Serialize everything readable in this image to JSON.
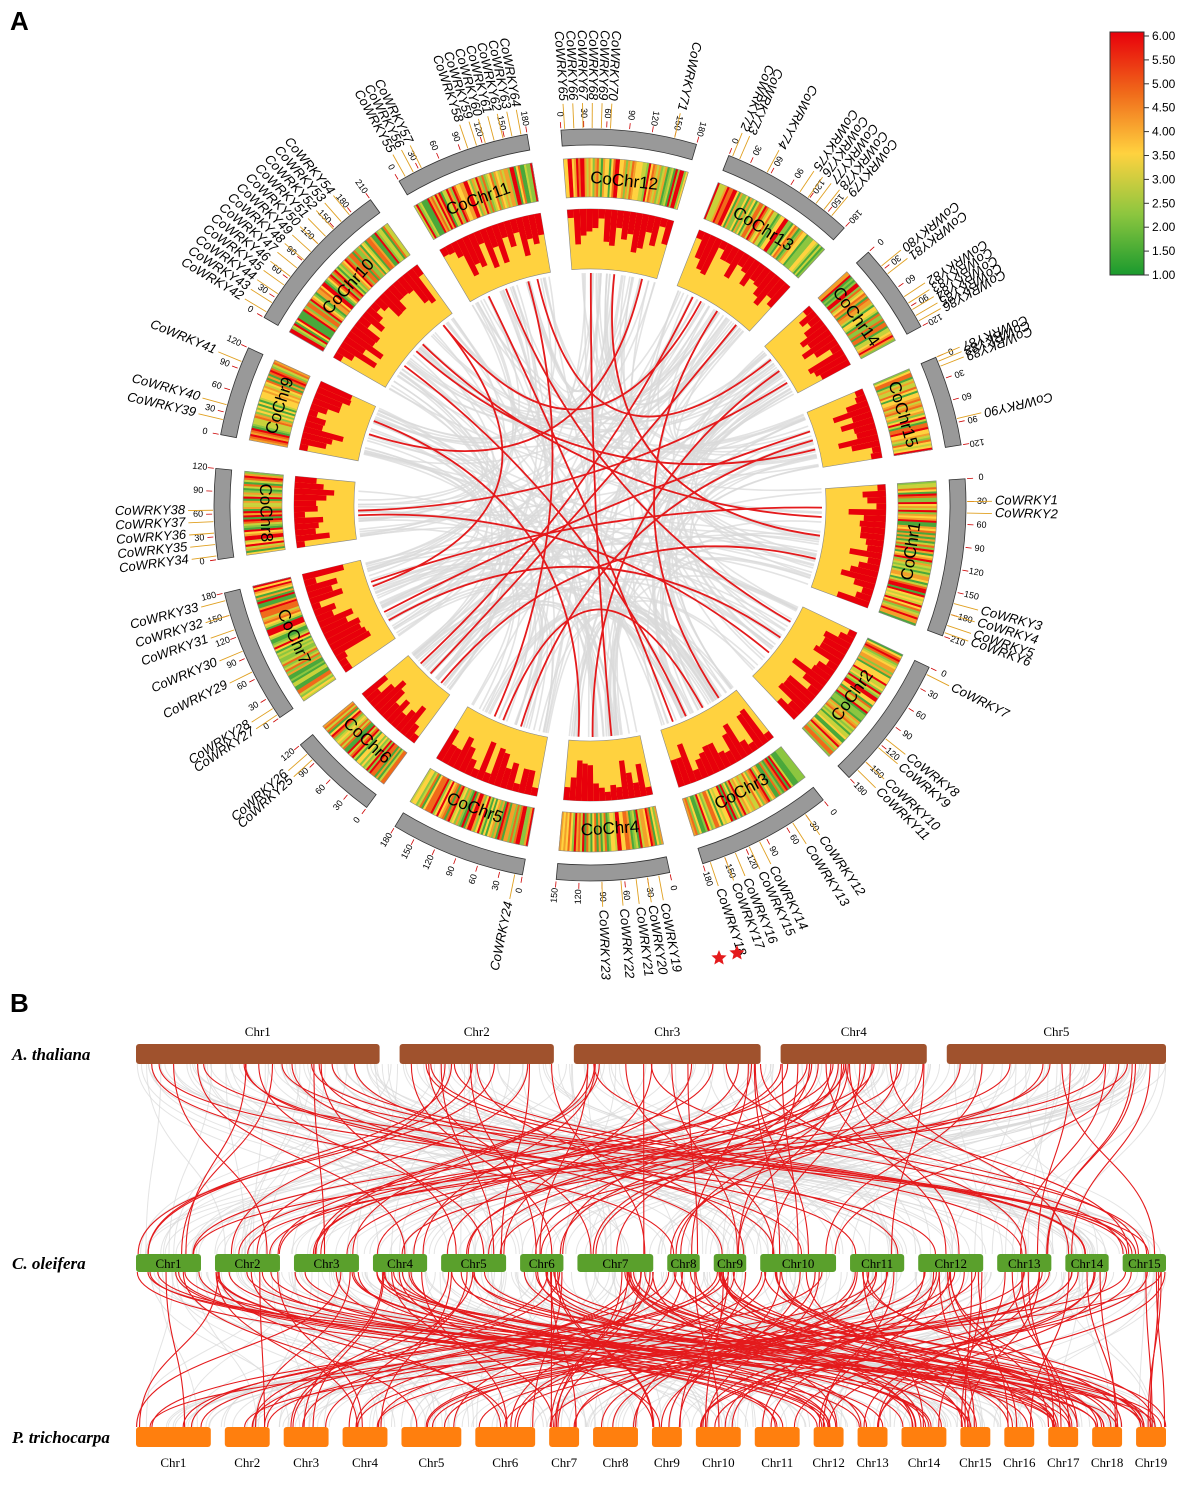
{
  "panels": {
    "a": "A",
    "b": "B"
  },
  "colors": {
    "red_link": "#e41a1c",
    "grey_link": "#d9d9d9",
    "chr_grey": "#999999",
    "hist_fill": "#ffd23f",
    "hist_bar": "#e8000b",
    "athaliana": "#a0522d",
    "coleifera": "#5aa02c",
    "ptrichocarpa": "#ff7f0e"
  },
  "legend": {
    "labels": [
      "6.00",
      "5.50",
      "5.00",
      "4.50",
      "4.00",
      "3.50",
      "3.00",
      "2.50",
      "2.00",
      "1.50",
      "1.00"
    ]
  },
  "circos": {
    "chromosomes": [
      {
        "name": "CoChr1",
        "max": 210,
        "ticks": [
          "0",
          "30",
          "60",
          "90",
          "120",
          "150",
          "180",
          "210"
        ]
      },
      {
        "name": "CoChr2",
        "max": 180,
        "ticks": [
          "0",
          "30",
          "60",
          "90",
          "120",
          "150",
          "180"
        ]
      },
      {
        "name": "CoChr3",
        "max": 180,
        "ticks": [
          "0",
          "30",
          "60",
          "90",
          "120",
          "150",
          "180"
        ]
      },
      {
        "name": "CoChr4",
        "max": 150,
        "ticks": [
          "0",
          "30",
          "60",
          "90",
          "120",
          "150"
        ]
      },
      {
        "name": "CoChr5",
        "max": 180,
        "ticks": [
          "0",
          "30",
          "60",
          "90",
          "120",
          "150",
          "180"
        ]
      },
      {
        "name": "CoChr6",
        "max": 120,
        "ticks": [
          "0",
          "30",
          "60",
          "90",
          "120"
        ]
      },
      {
        "name": "CoChr7",
        "max": 180,
        "ticks": [
          "0",
          "30",
          "60",
          "90",
          "120",
          "150",
          "180"
        ]
      },
      {
        "name": "CoChr8",
        "max": 120,
        "ticks": [
          "0",
          "30",
          "60",
          "90",
          "120"
        ]
      },
      {
        "name": "CoChr9",
        "max": 120,
        "ticks": [
          "0",
          "30",
          "60",
          "90",
          "120"
        ]
      },
      {
        "name": "CoChr10",
        "max": 210,
        "ticks": [
          "0",
          "30",
          "60",
          "90",
          "120",
          "150",
          "180",
          "210"
        ]
      },
      {
        "name": "CoChr11",
        "max": 180,
        "ticks": [
          "0",
          "30",
          "60",
          "90",
          "120",
          "150",
          "180"
        ]
      },
      {
        "name": "CoChr12",
        "max": 180,
        "ticks": [
          "0",
          "30",
          "60",
          "90",
          "120",
          "150",
          "180"
        ]
      },
      {
        "name": "CoChr13",
        "max": 180,
        "ticks": [
          "0",
          "30",
          "60",
          "90",
          "120",
          "150",
          "180"
        ]
      },
      {
        "name": "CoChr14",
        "max": 120,
        "ticks": [
          "0",
          "30",
          "60",
          "90",
          "120"
        ]
      },
      {
        "name": "CoChr15",
        "max": 120,
        "ticks": [
          "0",
          "30",
          "60",
          "90",
          "120"
        ]
      }
    ],
    "genes": [
      {
        "chr": 0,
        "label": "CoWRKY1",
        "pos": 30
      },
      {
        "chr": 0,
        "label": "CoWRKY2",
        "pos": 45
      },
      {
        "chr": 0,
        "label": "CoWRKY3",
        "pos": 165
      },
      {
        "chr": 0,
        "label": "CoWRKY4",
        "pos": 180
      },
      {
        "chr": 0,
        "label": "CoWRKY5",
        "pos": 195
      },
      {
        "chr": 0,
        "label": "CoWRKY6",
        "pos": 205
      },
      {
        "chr": 1,
        "label": "CoWRKY7",
        "pos": 10
      },
      {
        "chr": 1,
        "label": "CoWRKY8",
        "pos": 110
      },
      {
        "chr": 1,
        "label": "CoWRKY9",
        "pos": 125
      },
      {
        "chr": 1,
        "label": "CoWRKY10",
        "pos": 150
      },
      {
        "chr": 1,
        "label": "CoWRKY11",
        "pos": 165
      },
      {
        "chr": 2,
        "label": "CoWRKY12",
        "pos": 30
      },
      {
        "chr": 2,
        "label": "CoWRKY13",
        "pos": 50
      },
      {
        "chr": 2,
        "label": "CoWRKY14",
        "pos": 100
      },
      {
        "chr": 2,
        "label": "CoWRKY15",
        "pos": 115
      },
      {
        "chr": 2,
        "label": "CoWRKY16",
        "pos": 135
      },
      {
        "chr": 2,
        "label": "CoWRKY17",
        "pos": 150
      },
      {
        "chr": 2,
        "label": "CoWRKY18",
        "pos": 170
      },
      {
        "chr": 3,
        "label": "CoWRKY19",
        "pos": 15
      },
      {
        "chr": 3,
        "label": "CoWRKY20",
        "pos": 30
      },
      {
        "chr": 3,
        "label": "CoWRKY21",
        "pos": 45
      },
      {
        "chr": 3,
        "label": "CoWRKY22",
        "pos": 65
      },
      {
        "chr": 3,
        "label": "CoWRKY23",
        "pos": 90
      },
      {
        "chr": 4,
        "label": "CoWRKY24",
        "pos": 10
      },
      {
        "chr": 5,
        "label": "CoWRKY25",
        "pos": 95
      },
      {
        "chr": 5,
        "label": "CoWRKY26",
        "pos": 105
      },
      {
        "chr": 6,
        "label": "CoWRKY27",
        "pos": 5
      },
      {
        "chr": 6,
        "label": "CoWRKY28",
        "pos": 15
      },
      {
        "chr": 6,
        "label": "CoWRKY29",
        "pos": 70
      },
      {
        "chr": 6,
        "label": "CoWRKY30",
        "pos": 100
      },
      {
        "chr": 6,
        "label": "CoWRKY31",
        "pos": 130
      },
      {
        "chr": 6,
        "label": "CoWRKY32",
        "pos": 150
      },
      {
        "chr": 6,
        "label": "CoWRKY33",
        "pos": 170
      },
      {
        "chr": 7,
        "label": "CoWRKY34",
        "pos": 5
      },
      {
        "chr": 7,
        "label": "CoWRKY35",
        "pos": 20
      },
      {
        "chr": 7,
        "label": "CoWRKY36",
        "pos": 35
      },
      {
        "chr": 7,
        "label": "CoWRKY37",
        "pos": 50
      },
      {
        "chr": 7,
        "label": "CoWRKY38",
        "pos": 65
      },
      {
        "chr": 8,
        "label": "CoWRKY39",
        "pos": 20
      },
      {
        "chr": 8,
        "label": "CoWRKY40",
        "pos": 40
      },
      {
        "chr": 8,
        "label": "CoWRKY41",
        "pos": 100
      },
      {
        "chr": 9,
        "label": "CoWRKY42",
        "pos": 8
      },
      {
        "chr": 9,
        "label": "CoWRKY43",
        "pos": 22
      },
      {
        "chr": 9,
        "label": "CoWRKY44",
        "pos": 36
      },
      {
        "chr": 9,
        "label": "CoWRKY45",
        "pos": 50
      },
      {
        "chr": 9,
        "label": "CoWRKY46",
        "pos": 64
      },
      {
        "chr": 9,
        "label": "CoWRKY47",
        "pos": 78
      },
      {
        "chr": 9,
        "label": "CoWRKY48",
        "pos": 92
      },
      {
        "chr": 9,
        "label": "CoWRKY49",
        "pos": 106
      },
      {
        "chr": 9,
        "label": "CoWRKY50",
        "pos": 120
      },
      {
        "chr": 9,
        "label": "CoWRKY51",
        "pos": 134
      },
      {
        "chr": 9,
        "label": "CoWRKY52",
        "pos": 148
      },
      {
        "chr": 9,
        "label": "CoWRKY53",
        "pos": 162
      },
      {
        "chr": 9,
        "label": "CoWRKY54",
        "pos": 176
      },
      {
        "chr": 10,
        "label": "CoWRKY55",
        "pos": 10
      },
      {
        "chr": 10,
        "label": "CoWRKY56",
        "pos": 22
      },
      {
        "chr": 10,
        "label": "CoWRKY57",
        "pos": 34
      },
      {
        "chr": 10,
        "label": "CoWRKY58",
        "pos": 100
      },
      {
        "chr": 10,
        "label": "CoWRKY59",
        "pos": 112
      },
      {
        "chr": 10,
        "label": "CoWRKY60",
        "pos": 124
      },
      {
        "chr": 10,
        "label": "CoWRKY61",
        "pos": 136
      },
      {
        "chr": 10,
        "label": "CoWRKY62",
        "pos": 148
      },
      {
        "chr": 10,
        "label": "CoWRKY63",
        "pos": 160
      },
      {
        "chr": 10,
        "label": "CoWRKY64",
        "pos": 172
      },
      {
        "chr": 11,
        "label": "CoWRKY65",
        "pos": 5
      },
      {
        "chr": 11,
        "label": "CoWRKY66",
        "pos": 17
      },
      {
        "chr": 11,
        "label": "CoWRKY67",
        "pos": 29
      },
      {
        "chr": 11,
        "label": "CoWRKY68",
        "pos": 41
      },
      {
        "chr": 11,
        "label": "CoWRKY69",
        "pos": 53
      },
      {
        "chr": 11,
        "label": "CoWRKY70",
        "pos": 65
      },
      {
        "chr": 11,
        "label": "CoWRKY71",
        "pos": 150
      },
      {
        "chr": 12,
        "label": "CoWRKY72",
        "pos": 5
      },
      {
        "chr": 12,
        "label": "CoWRKY73",
        "pos": 15
      },
      {
        "chr": 12,
        "label": "CoWRKY74",
        "pos": 55
      },
      {
        "chr": 12,
        "label": "CoWRKY75",
        "pos": 105
      },
      {
        "chr": 12,
        "label": "CoWRKY76",
        "pos": 118
      },
      {
        "chr": 12,
        "label": "CoWRKY77",
        "pos": 131
      },
      {
        "chr": 12,
        "label": "CoWRKY78",
        "pos": 144
      },
      {
        "chr": 12,
        "label": "CoWRKY79",
        "pos": 157
      },
      {
        "chr": 13,
        "label": "CoWRKY80",
        "pos": 25
      },
      {
        "chr": 13,
        "label": "CoWRKY81",
        "pos": 38
      },
      {
        "chr": 13,
        "label": "CoWRKY82",
        "pos": 75
      },
      {
        "chr": 13,
        "label": "CoWRKY83",
        "pos": 85
      },
      {
        "chr": 13,
        "label": "CoWRKY84",
        "pos": 95
      },
      {
        "chr": 13,
        "label": "CoWRKY85",
        "pos": 104
      },
      {
        "chr": 13,
        "label": "CoWRKY86",
        "pos": 112
      },
      {
        "chr": 14,
        "label": "CoWRKY87",
        "pos": 0
      },
      {
        "chr": 14,
        "label": "CoWRKY88",
        "pos": 6
      },
      {
        "chr": 14,
        "label": "CoWRKY89",
        "pos": 13
      },
      {
        "chr": 14,
        "label": "CoWRKY90",
        "pos": 85
      }
    ],
    "red_links": [
      [
        0,
        60,
        9,
        120
      ],
      [
        0,
        100,
        11,
        90
      ],
      [
        0,
        40,
        6,
        130
      ],
      [
        1,
        40,
        10,
        80
      ],
      [
        1,
        120,
        7,
        50
      ],
      [
        2,
        40,
        12,
        100
      ],
      [
        2,
        120,
        9,
        60
      ],
      [
        3,
        60,
        11,
        40
      ],
      [
        3,
        100,
        13,
        60
      ],
      [
        4,
        60,
        14,
        60
      ],
      [
        4,
        120,
        10,
        130
      ],
      [
        5,
        60,
        12,
        150
      ],
      [
        6,
        60,
        14,
        40
      ],
      [
        6,
        120,
        9,
        180
      ],
      [
        7,
        60,
        13,
        90
      ],
      [
        8,
        60,
        11,
        150
      ],
      [
        9,
        100,
        14,
        80
      ],
      [
        10,
        40,
        2,
        150
      ],
      [
        12,
        40,
        5,
        90
      ],
      [
        3,
        130,
        8,
        90
      ],
      [
        0,
        150,
        5,
        30
      ],
      [
        1,
        80,
        6,
        40
      ],
      [
        2,
        80,
        4,
        100
      ],
      [
        9,
        180,
        12,
        60
      ],
      [
        10,
        150,
        13,
        30
      ]
    ]
  },
  "synteny": {
    "species": [
      {
        "name": "A. thaliana",
        "chromosomes": [
          "Chr1",
          "Chr2",
          "Chr3",
          "Chr4",
          "Chr5"
        ]
      },
      {
        "name": "C. oleifera",
        "chromosomes": [
          "Chr1",
          "Chr2",
          "Chr3",
          "Chr4",
          "Chr5",
          "Chr6",
          "Chr7",
          "Chr8",
          "Chr9",
          "Chr10",
          "Chr11",
          "Chr12",
          "Chr13",
          "Chr14",
          "Chr15"
        ]
      },
      {
        "name": "P. trichocarpa",
        "chromosomes": [
          "Chr1",
          "Chr2",
          "Chr3",
          "Chr4",
          "Chr5",
          "Chr6",
          "Chr7",
          "Chr8",
          "Chr9",
          "Chr10",
          "Chr11",
          "Chr12",
          "Chr13",
          "Chr14",
          "Chr15",
          "Chr16",
          "Chr17",
          "Chr18",
          "Chr19"
        ]
      }
    ]
  }
}
